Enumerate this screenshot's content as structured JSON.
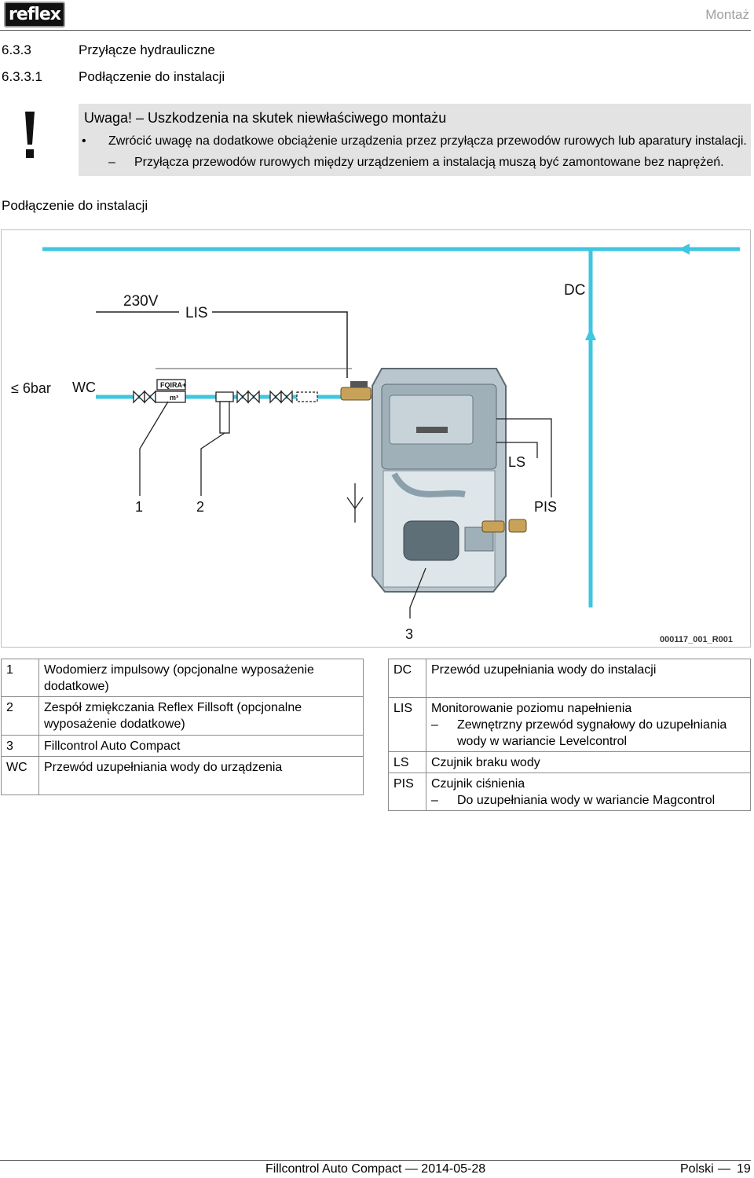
{
  "header": {
    "logo_text": "reflex",
    "section": "Montaż"
  },
  "headings": [
    {
      "number": "6.3.3",
      "title": "Przyłącze hydrauliczne"
    },
    {
      "number": "6.3.3.1",
      "title": "Podłączenie do instalacji"
    }
  ],
  "warning": {
    "title": "Uwaga! – Uszkodzenia na skutek niewłaściwego montażu",
    "bullet": "Zwrócić uwagę na dodatkowe obciążenie urządzenia przez przyłącza przewodów rurowych lub aparatury instalacji.",
    "dash": "Przyłącza przewodów rurowych między urządzeniem a instalacją muszą być zamontowane bez naprężeń."
  },
  "figure": {
    "title": "Podłączenie do instalacji",
    "code": "000117_001_R001",
    "labels": {
      "v230": "230V",
      "lis": "LIS",
      "dc": "DC",
      "bar": "≤ 6bar",
      "wc": "WC",
      "fq": "FQIRA+",
      "m3": "m³",
      "ls": "LS",
      "pis": "PIS",
      "n1": "1",
      "n2": "2",
      "n3": "3"
    },
    "colors": {
      "pipe": "#3fc6e0",
      "device": "#8fa0aa"
    }
  },
  "legend_left": [
    {
      "key": "1",
      "text": "Wodomierz impulsowy (opcjonalne wyposażenie dodatkowe)"
    },
    {
      "key": "2",
      "text": "Zespół zmiękczania Reflex Fillsoft (opcjonalne wyposażenie dodatkowe)"
    },
    {
      "key": "3",
      "text": "Fillcontrol Auto Compact"
    },
    {
      "key": "WC",
      "text": "Przewód uzupełniania wody do urządzenia"
    }
  ],
  "legend_right": [
    {
      "key": "DC",
      "text": "Przewód uzupełniania wody do instalacji",
      "sub": ""
    },
    {
      "key": "LIS",
      "text": "Monitorowanie poziomu napełnienia",
      "sub": "Zewnętrzny przewód sygnałowy do uzupełniania wody w wariancie Levelcontrol"
    },
    {
      "key": "LS",
      "text": "Czujnik braku wody",
      "sub": ""
    },
    {
      "key": "PIS",
      "text": "Czujnik ciśnienia",
      "sub": "Do uzupełniania wody w wariancie Magcontrol"
    }
  ],
  "footer": {
    "doc": "Fillcontrol Auto Compact — 2014-05-28",
    "lang": "Polski",
    "sep": "—",
    "page": "19"
  }
}
